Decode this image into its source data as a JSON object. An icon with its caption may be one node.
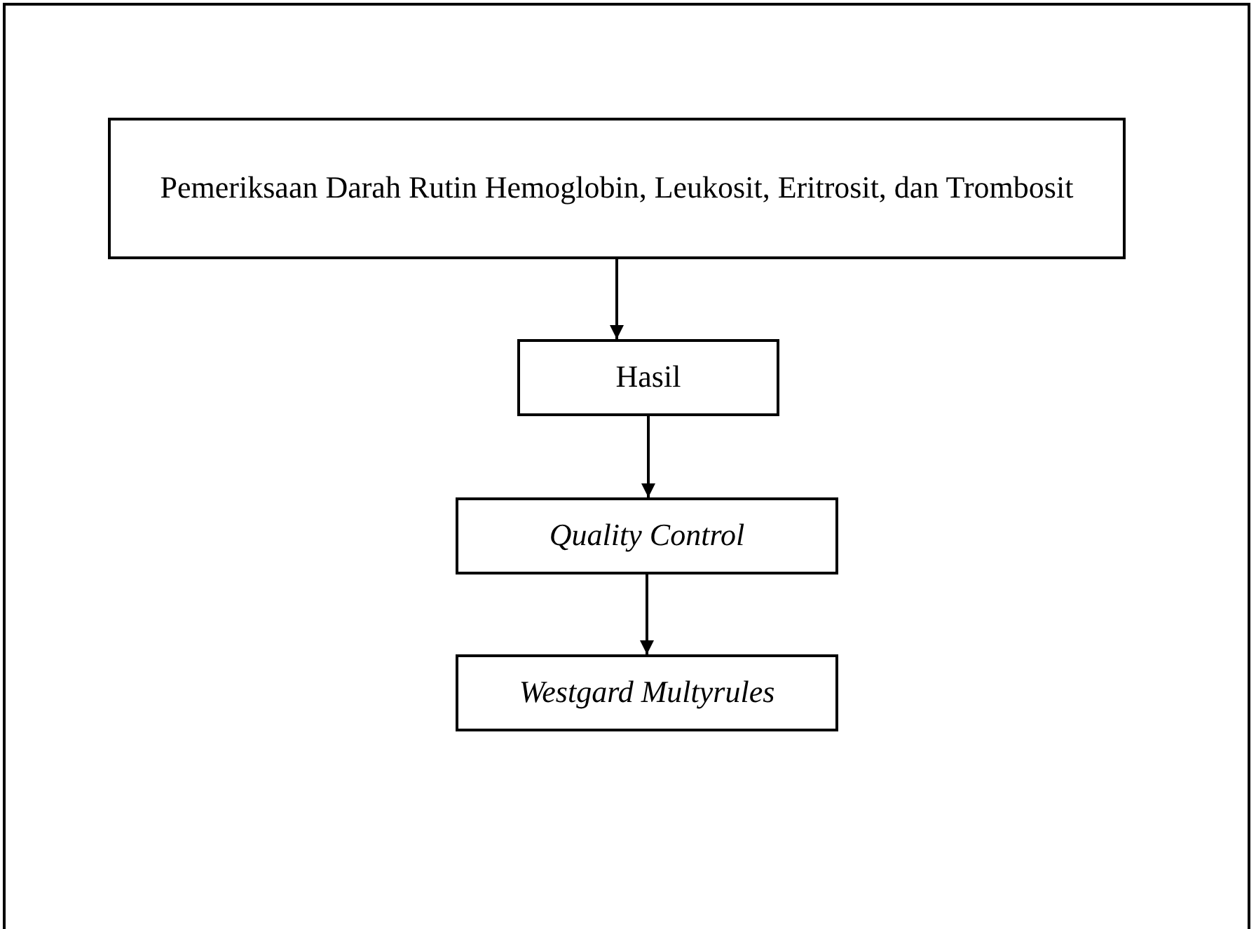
{
  "diagram": {
    "nodes": [
      {
        "text": [
          "Pemeriksaan Darah Rutin Hemoglobin, Leukosit, Eritrosit, dan Trombosit"
        ]
      },
      {
        "text": [
          "Hasil"
        ]
      },
      {
        "text": [
          "Quality Control"
        ]
      },
      {
        "text": [
          "Westgard Multyrules"
        ]
      }
    ],
    "edges": [
      {
        "from": 0,
        "to": 1,
        "arrow": "to"
      },
      {
        "from": 1,
        "to": 2,
        "arrow": "to"
      },
      {
        "from": 2,
        "to": 3,
        "arrow": "to"
      }
    ]
  }
}
